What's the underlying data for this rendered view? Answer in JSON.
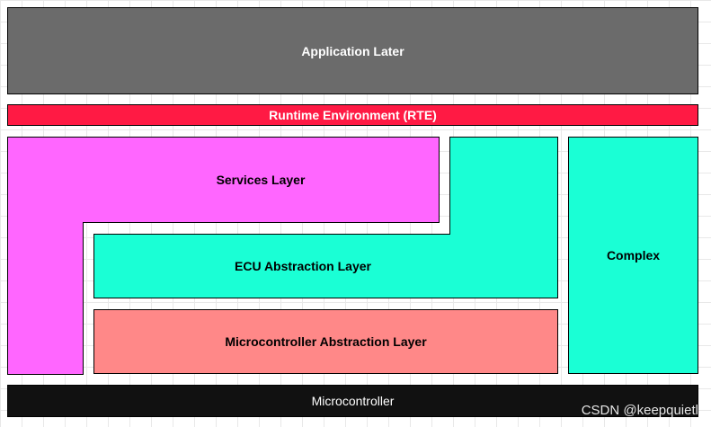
{
  "layers": {
    "application": "Application Later",
    "rte": "Runtime Environment (RTE)",
    "services": "Services Layer",
    "ecu_abstraction": "ECU Abstraction Layer",
    "complex": "Complex",
    "mcal": "Microcontroller Abstraction Layer",
    "microcontroller": "Microcontroller"
  },
  "watermark": "CSDN @keepquietl",
  "colors": {
    "application": "#6b6b6b",
    "rte": "#ff1a44",
    "services": "#ff66ff",
    "ecu_abstraction": "#1affd5",
    "complex": "#1affd5",
    "mcal": "#ff8888",
    "microcontroller": "#111111"
  }
}
